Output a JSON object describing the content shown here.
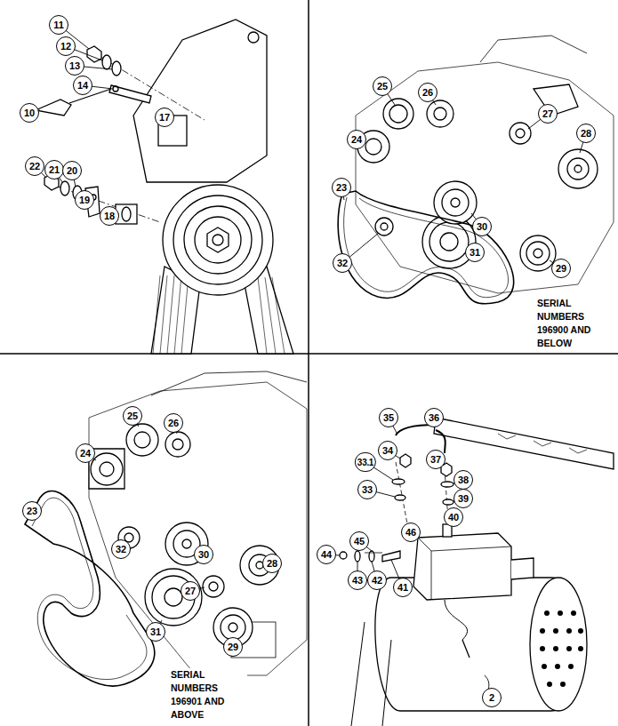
{
  "diagram": {
    "labels": [
      "11",
      "12",
      "13",
      "14",
      "10",
      "17",
      "22",
      "21",
      "20",
      "19",
      "18",
      "25",
      "26",
      "27",
      "28",
      "24",
      "23",
      "32",
      "31",
      "30",
      "29",
      "SERIAL NUMBERS 196900 AND BELOW",
      "25",
      "26",
      "24",
      "23",
      "32",
      "30",
      "27",
      "28",
      "31",
      "29",
      "SERIAL NUMBERS 196901 AND ABOVE",
      "35",
      "36",
      "34",
      "33.1",
      "37",
      "38",
      "33",
      "39",
      "40",
      "46",
      "45",
      "44",
      "43",
      "42",
      "41",
      "2"
    ]
  }
}
